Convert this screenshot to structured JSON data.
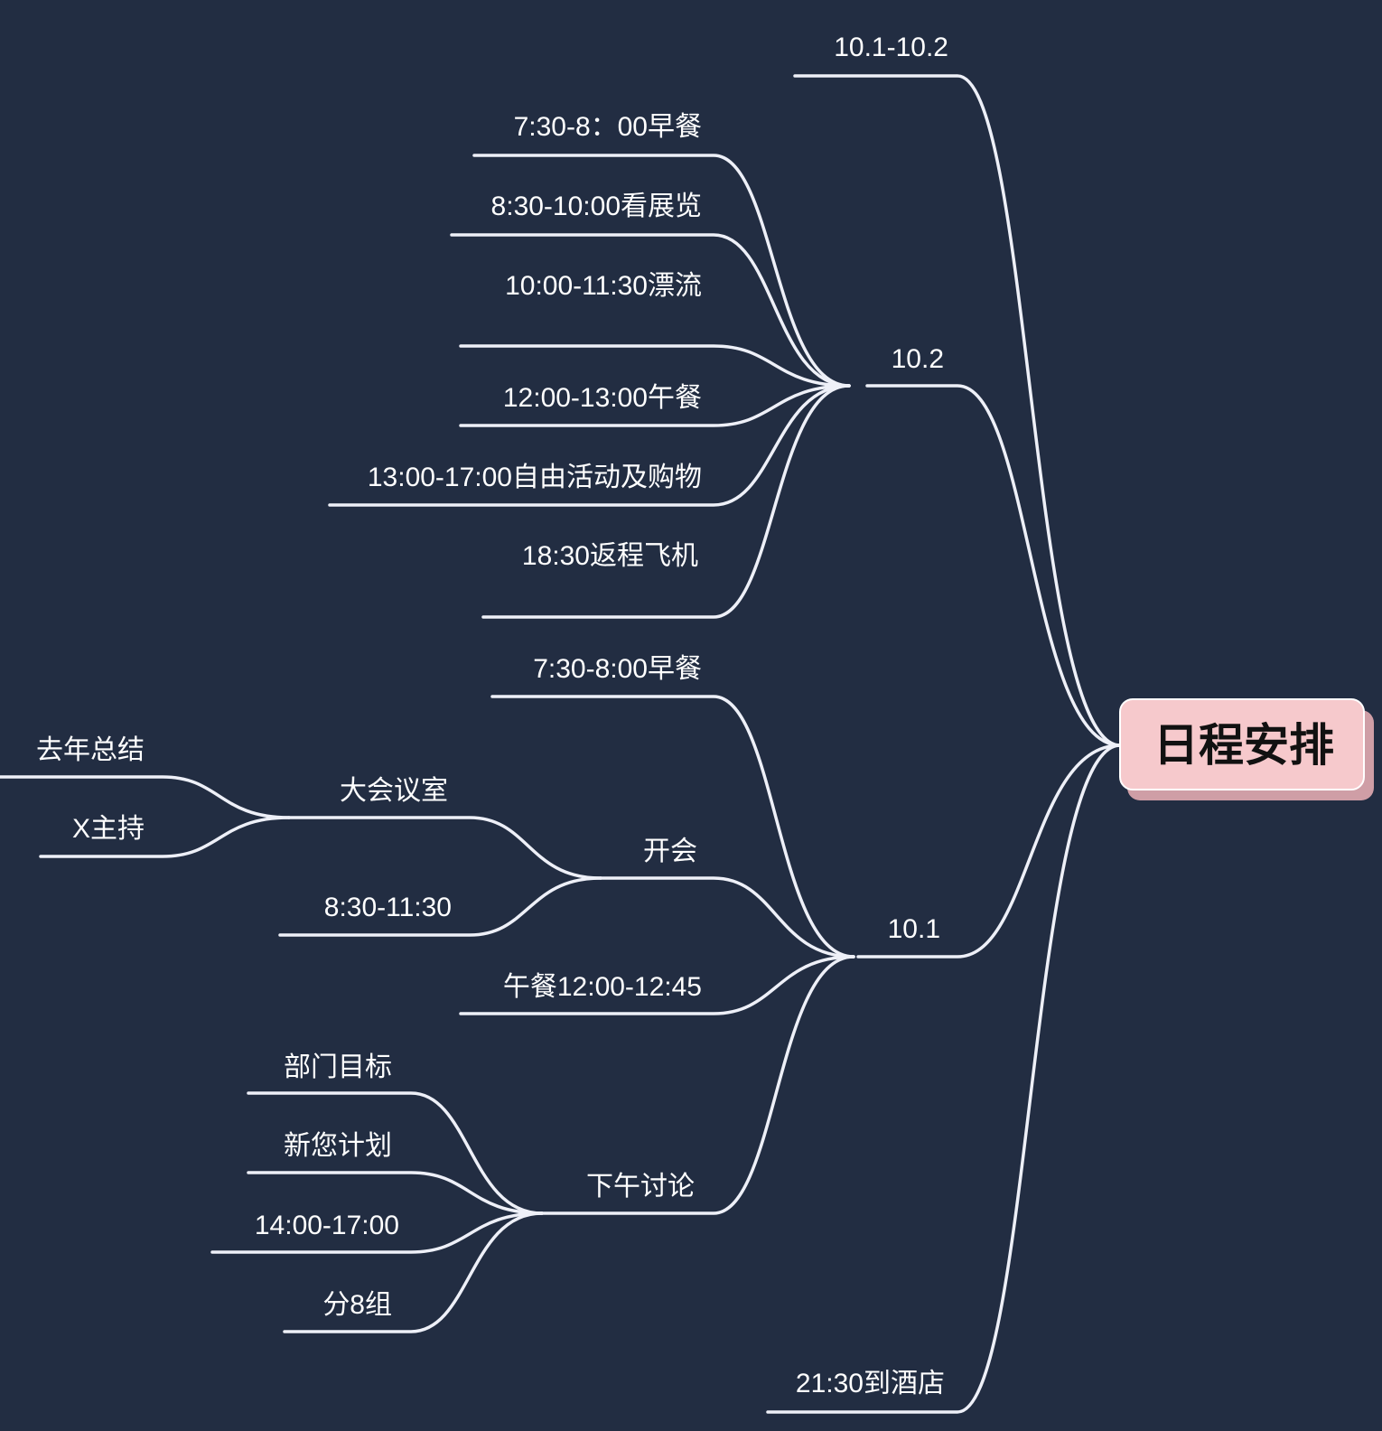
{
  "diagram": {
    "type": "mindmap",
    "root": {
      "label": "日程安排",
      "fill": "#f6c9cc",
      "shadow": "#cf9ea6"
    },
    "colors": {
      "background": "#222d42",
      "branch": "#eef0f8",
      "text": "#ffffff"
    },
    "nodes": {
      "range": "10.1-10.2",
      "day2": "10.2",
      "d2_breakfast": "7:30-8：00早餐",
      "d2_exhibit": "8:30-10:00看展览",
      "d2_rafting": "10:00-11:30漂流",
      "d2_blank": "",
      "d2_lunch": "12:00-13:00午餐",
      "d2_free": "13:00-17:00自由活动及购物",
      "d2_flight": "18:30返程飞机",
      "day1": "10.1",
      "d1_breakfast": "7:30-8:00早餐",
      "d1_meeting": "开会",
      "d1_hall": "大会议室",
      "d1_summary": "去年总结",
      "d1_host": "X主持",
      "d1_meeting_time": "8:30-11:30",
      "d1_lunch": "午餐12:00-12:45",
      "d1_afternoon": "下午讨论",
      "d1_goal": "部门目标",
      "d1_plan": "新您计划",
      "d1_aft_time": "14:00-17:00",
      "d1_groups": "分8组",
      "hotel": "21:30到酒店"
    }
  }
}
